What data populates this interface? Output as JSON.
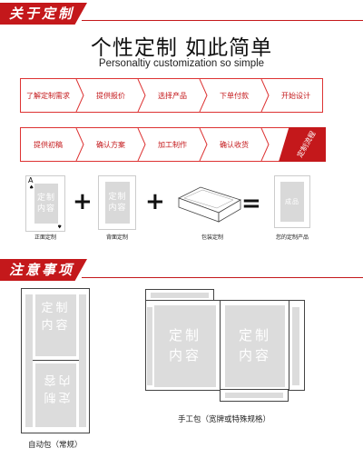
{
  "section1": {
    "title": "关于定制"
  },
  "intro": {
    "title": "个性定制  如此简单",
    "subtitle": "Personaltiy customization so simple"
  },
  "process_row1": [
    "了解定制需求",
    "提供报价",
    "选择产品",
    "下单付款",
    "开始设计"
  ],
  "process_row2": [
    "提供初稿",
    "确认方案",
    "加工制作",
    "确认收货"
  ],
  "process_ribbon": "定制流程",
  "formula": {
    "front": {
      "text_line1": "定制",
      "text_line2": "内容",
      "caption": "正面定制",
      "card_corner_letter": "A"
    },
    "back": {
      "text_line1": "定制",
      "text_line2": "内容",
      "caption": "背面定制"
    },
    "box": {
      "caption": "包装定制"
    },
    "result": {
      "text": "成品",
      "caption": "您的定制产品"
    },
    "plus_symbol": "+",
    "equals_symbol": "="
  },
  "section2": {
    "title": "注意事项"
  },
  "packaging": {
    "auto": {
      "text_line1": "定制",
      "text_line2": "内容",
      "caption": "自动包（常规）"
    },
    "handmade": {
      "text_line1": "定制",
      "text_line2": "内容",
      "caption": "手工包（宽牌或特殊规格）"
    }
  },
  "colors": {
    "accent": "#c4181b",
    "placeholder_gray": "#d9d9d9"
  }
}
